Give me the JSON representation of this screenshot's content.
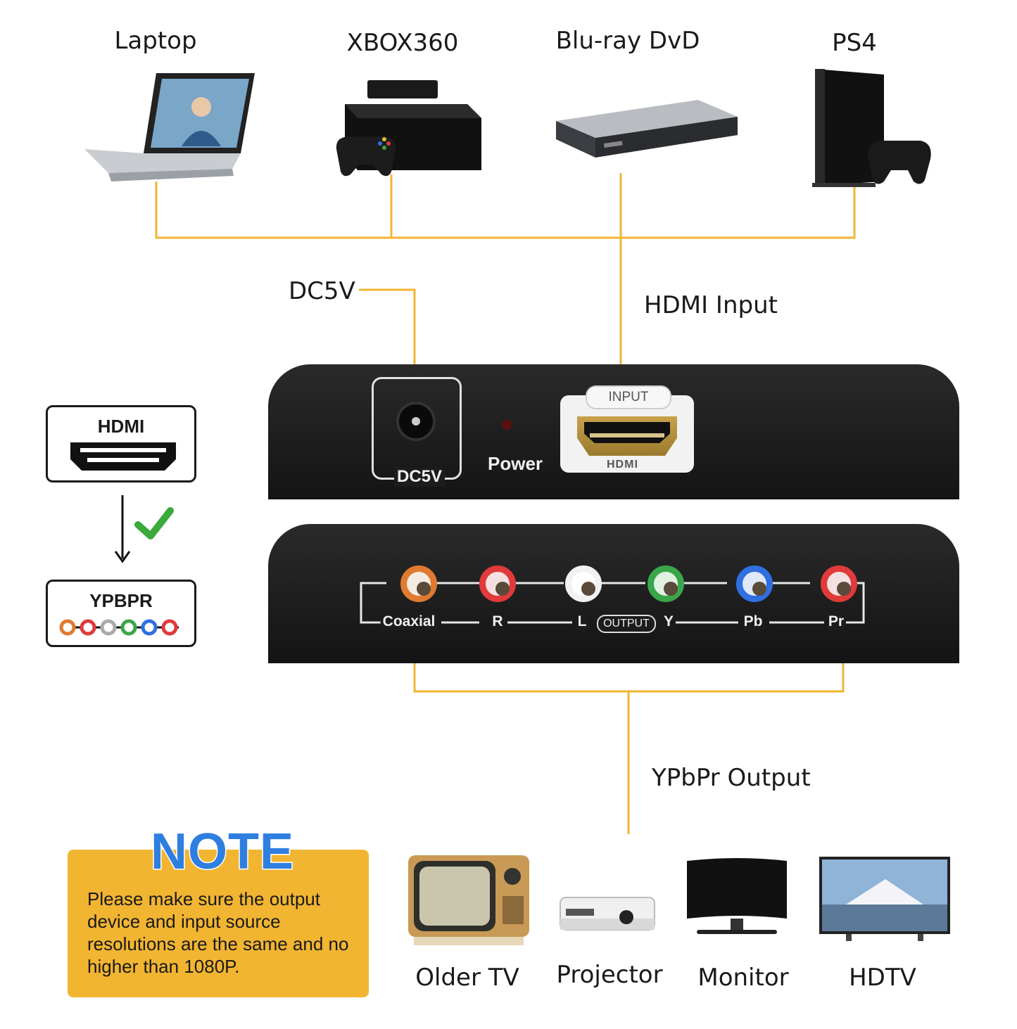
{
  "sources": [
    {
      "label": "Laptop",
      "icon": "laptop-icon"
    },
    {
      "label": "XBOX360",
      "icon": "game-console-icon"
    },
    {
      "label": "Blu-ray DvD",
      "icon": "bluray-player-icon"
    },
    {
      "label": "PS4",
      "icon": "ps4-console-icon"
    }
  ],
  "callouts": {
    "dc": "DC5V",
    "hdmi_input": "HDMI Input",
    "ypbpr_output": "YPbPr Output"
  },
  "device_top": {
    "dc_label": "DC5V",
    "power_label": "Power",
    "input_tab": "INPUT",
    "hdmi_label": "HDMI"
  },
  "device_bottom": {
    "jacks": [
      {
        "label": "Coaxial",
        "color": "#e07a30"
      },
      {
        "label": "R",
        "color": "#e03a3a"
      },
      {
        "label": "L",
        "color": "#f2f2f2"
      },
      {
        "label": "Y",
        "color": "#3aa64a"
      },
      {
        "label": "Pb",
        "color": "#2f6fe0"
      },
      {
        "label": "Pr",
        "color": "#e03a3a"
      }
    ],
    "output_pill": "OUTPUT"
  },
  "conversion": {
    "from": "HDMI",
    "to": "YPBPR",
    "check_color": "#3aaa3a"
  },
  "note": {
    "title": "NOTE",
    "text": "Please make sure the output device and input source resolutions are the same and no higher than 1080P."
  },
  "displays": [
    {
      "label": "Older TV",
      "icon": "old-tv-icon"
    },
    {
      "label": "Projector",
      "icon": "projector-icon"
    },
    {
      "label": "Monitor",
      "icon": "monitor-icon"
    },
    {
      "label": "HDTV",
      "icon": "hdtv-icon"
    }
  ],
  "colors": {
    "wire": "#f2b532",
    "note_bg": "#f2b532",
    "note_title": "#2f7fe0"
  }
}
